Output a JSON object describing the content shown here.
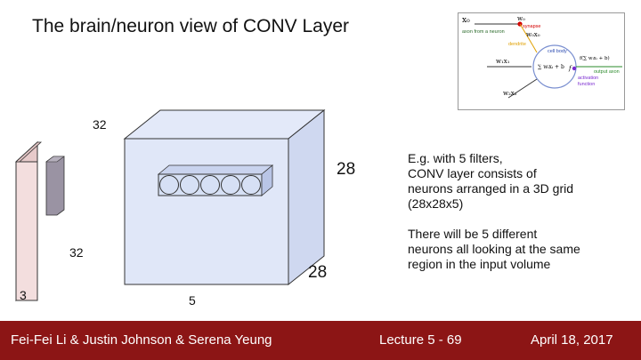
{
  "slide": {
    "title": "The brain/neuron view of CONV Layer"
  },
  "neuron_inset": {
    "x0": "x₀",
    "w0": "w₀",
    "synapse": "synapse",
    "axon_from_neuron": "axon from a neuron",
    "w0x0": "w₀x₀",
    "dendrite": "dendrite",
    "cell_body": "cell body",
    "w1x1": "w₁x₁",
    "sum": "∑ wᵢxᵢ + b",
    "f": "f",
    "f_of_sum": "f(∑ wᵢxᵢ + b)",
    "output_axon": "output axon",
    "activation": "activation",
    "function": "function",
    "w2x2": "w₂x₂"
  },
  "diagram": {
    "input_height": "32",
    "input_width": "32",
    "input_depth": "3",
    "output_height": "28",
    "output_width": "28",
    "output_depth": "5",
    "neuron_count": 5
  },
  "description": {
    "para1": "E.g. with 5 filters,\nCONV layer consists of\nneurons arranged in a 3D grid\n(28x28x5)",
    "para2": "There will be 5 different\nneurons all looking at the same\nregion in the input volume"
  },
  "footer": {
    "authors": "Fei-Fei Li & Justin Johnson & Serena Yeung",
    "lecture": "Lecture 5 - 69",
    "date": "April 18, 2017",
    "background": "#8c1515"
  },
  "colors": {
    "input_volume": "#f3dede",
    "output_volume": "#dbe3f7",
    "neuron_fill": "#d6e0f5",
    "receptive_field": "#9a93a3"
  }
}
